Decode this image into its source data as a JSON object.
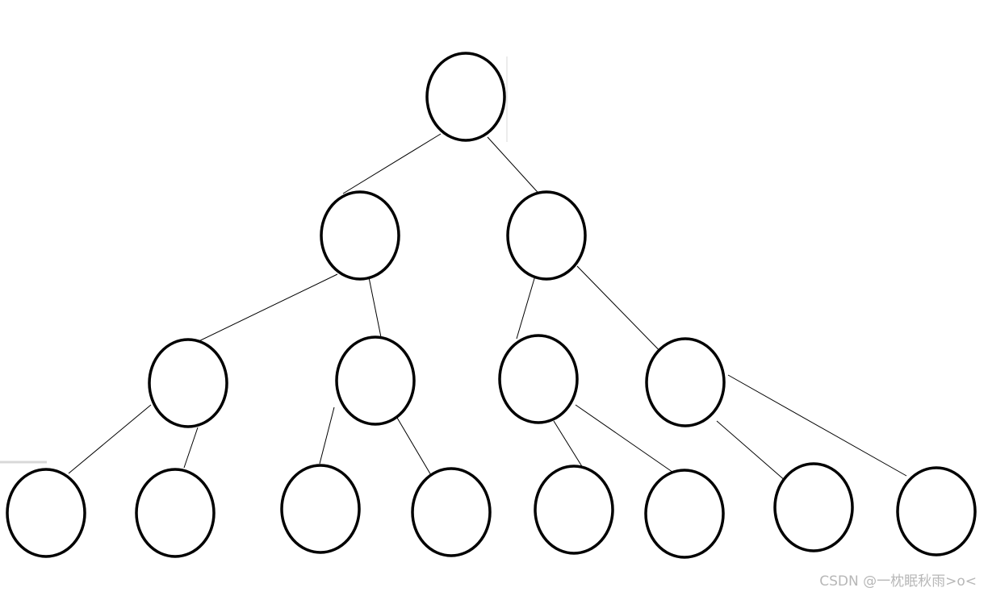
{
  "diagram": {
    "type": "binary-tree",
    "levels": 4,
    "node_shape": "empty-circle",
    "node_count": 15,
    "colors": {
      "node_stroke": "#000000",
      "edge_stroke": "#000000",
      "background": "#ffffff",
      "watermark": "#b7b7b7"
    }
  },
  "watermark": {
    "text": "CSDN @一枕眠秋雨>o<"
  }
}
